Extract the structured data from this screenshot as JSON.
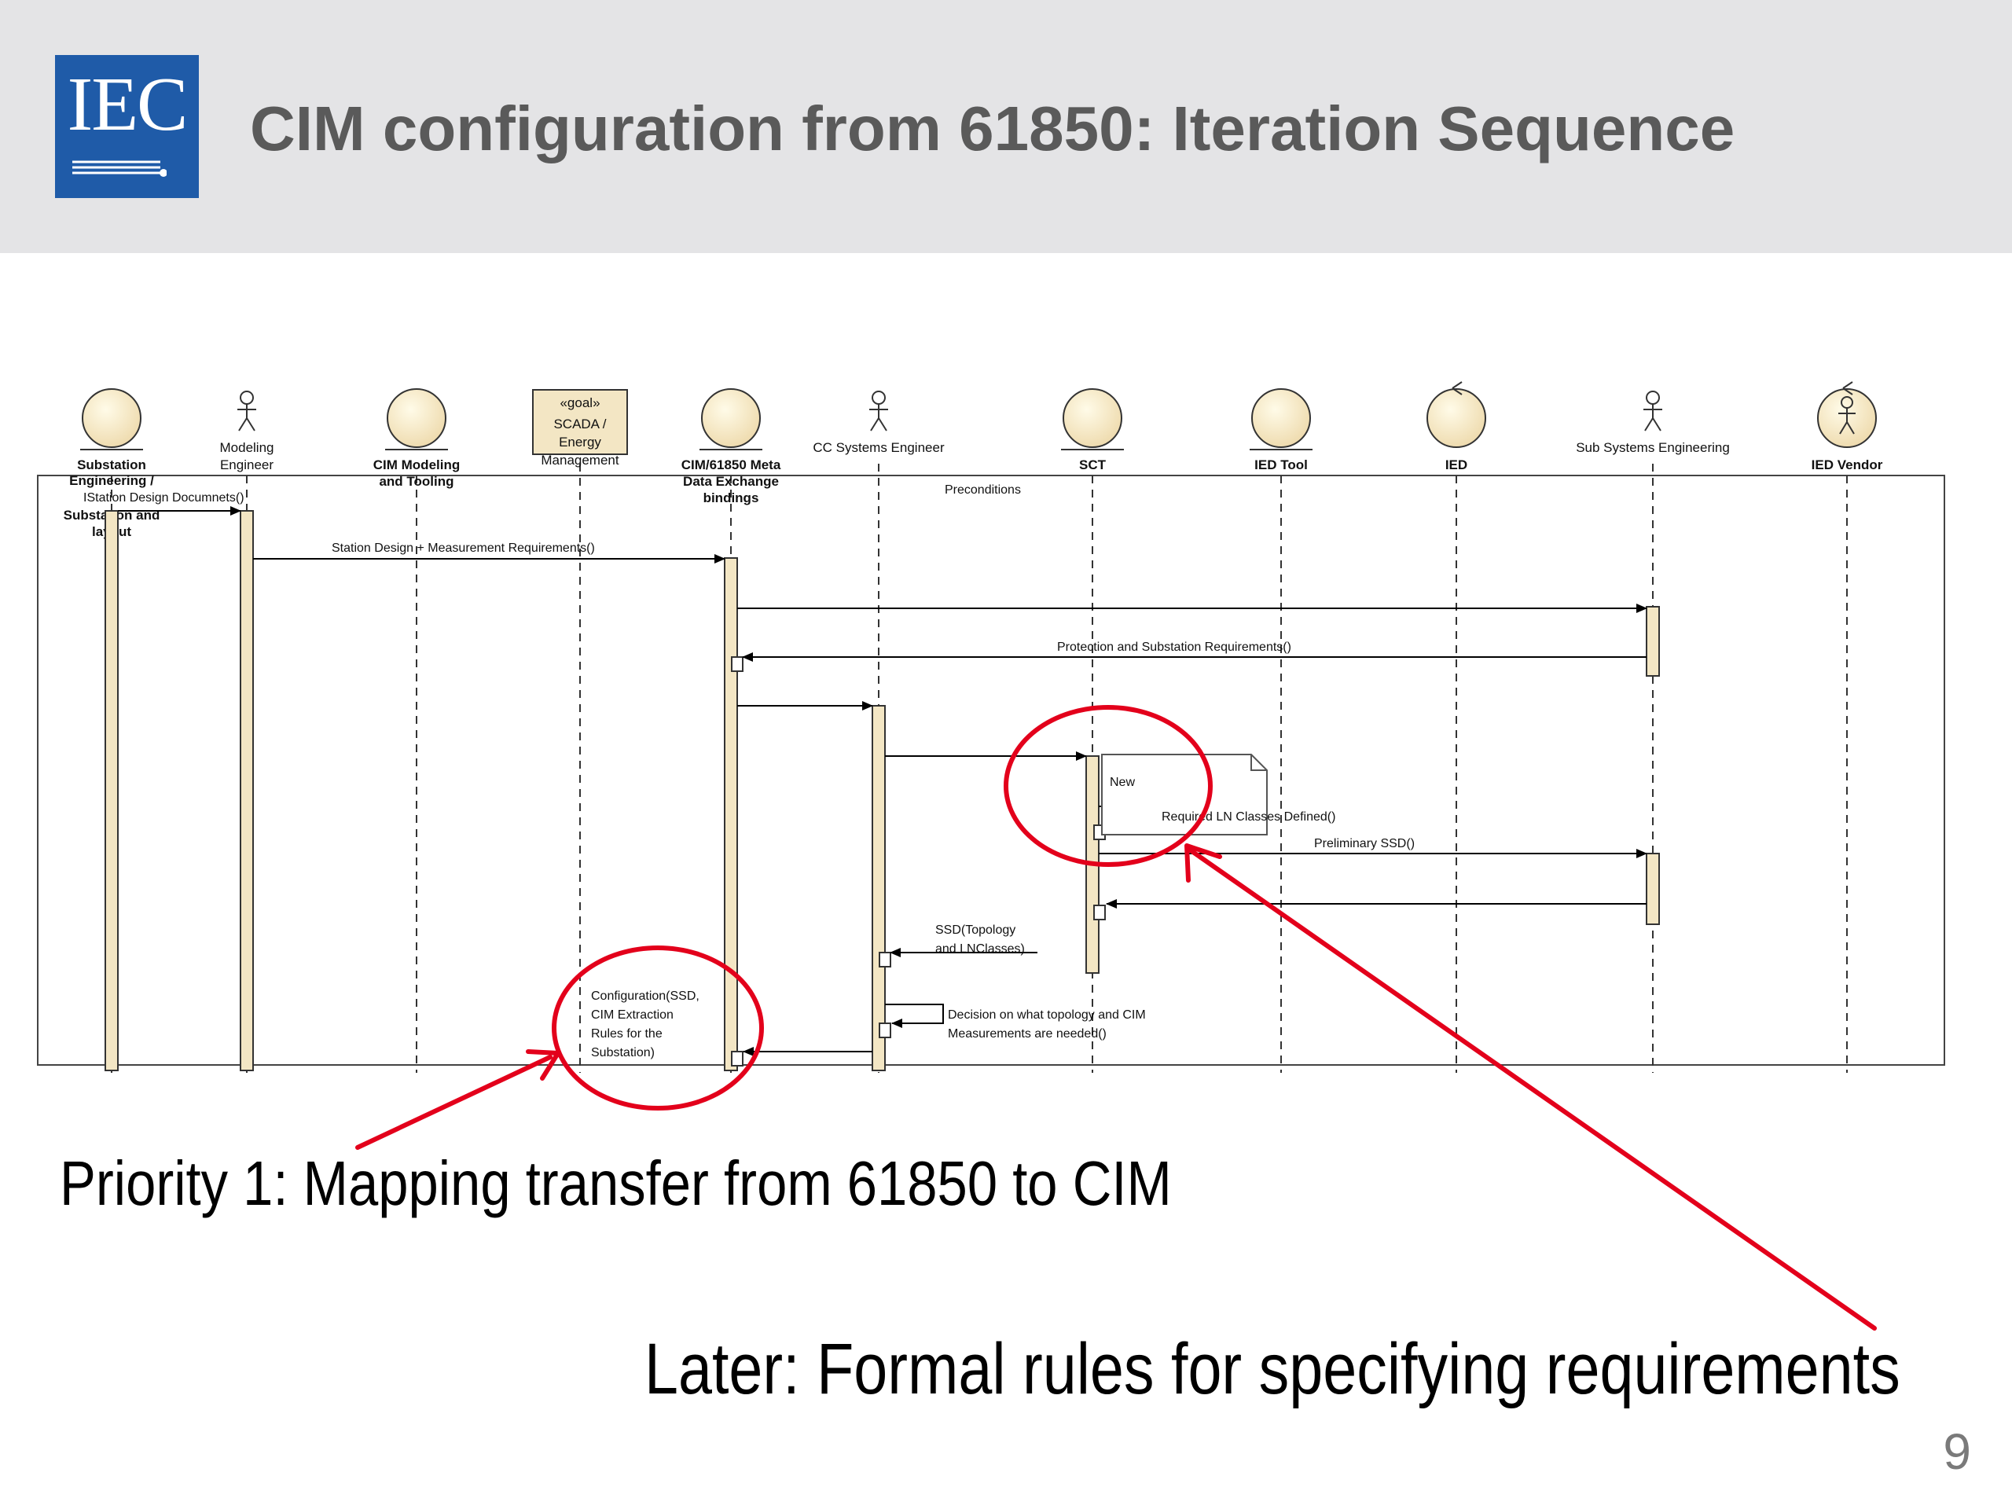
{
  "header": {
    "logo_text": "IEC",
    "title": "CIM configuration from 61850: Iteration Sequence"
  },
  "diagram": {
    "lifelines": [
      {
        "name": "Substation Engineering / Substation and layout",
        "kind": "entity"
      },
      {
        "name": "Modeling Engineer",
        "kind": "actor"
      },
      {
        "name": "CIM Modeling and Tooling",
        "kind": "entity"
      },
      {
        "name": "SCADA / Energy Management",
        "kind": "goal",
        "stereotype": "«goal»"
      },
      {
        "name": "CIM/61850 Meta Data Exchange bindings",
        "kind": "entity"
      },
      {
        "name": "CC Systems Engineer",
        "kind": "actor"
      },
      {
        "name": "SCT",
        "kind": "entity"
      },
      {
        "name": "IED Tool",
        "kind": "entity"
      },
      {
        "name": "IED",
        "kind": "control"
      },
      {
        "name": "Sub Systems Engineering",
        "kind": "actor"
      },
      {
        "name": "IED Vendor",
        "kind": "boundary-actor"
      }
    ],
    "labels": {
      "l0a": "Substation",
      "l0b": "Engineering /",
      "l0c": "Substation and",
      "l0d": "layout",
      "l1a": "Modeling",
      "l1b": "Engineer",
      "l2a": "CIM  Modeling",
      "l2b": "and Tooling",
      "goal_stereo": "«goal»",
      "goal_a": "SCADA /",
      "goal_b": "Energy",
      "goal_c": "Management",
      "l4a": "CIM/61850 Meta",
      "l4b": "Data Exchange",
      "l4c": "bindings",
      "l5": "CC Systems Engineer",
      "l6": "SCT",
      "l7": "IED Tool",
      "l8": "IED",
      "l9": "Sub Systems Engineering",
      "l10": "IED Vendor"
    },
    "messages": {
      "m_design_docs": "IStation Design Documnets()",
      "m_preconditions": "Preconditions",
      "m_station_design": "Station Design + Measurement  Requirements()",
      "m_protection": "Protection and Substation Requirements()",
      "m_note": "New",
      "m_required_ln": "Required LN Classes Defined()",
      "m_prelim_ssd": "Preliminary SSD()",
      "m_ssd_a": "SSD(Topology",
      "m_ssd_b": "and LNClasses)",
      "m_decision_a": "Decision on what  topology and CIM",
      "m_decision_b": "Measurements are needed()",
      "m_config_a": "Configuration(SSD,",
      "m_config_b": "CIM Extraction",
      "m_config_c": "Rules for the",
      "m_config_d": "Substation)"
    },
    "annotation_color": "#e3001b"
  },
  "captions": {
    "priority": "Priority 1: Mapping   transfer  from 61850 to CIM",
    "later": "Later: Formal rules for specifying requirements"
  },
  "page_number": "9"
}
